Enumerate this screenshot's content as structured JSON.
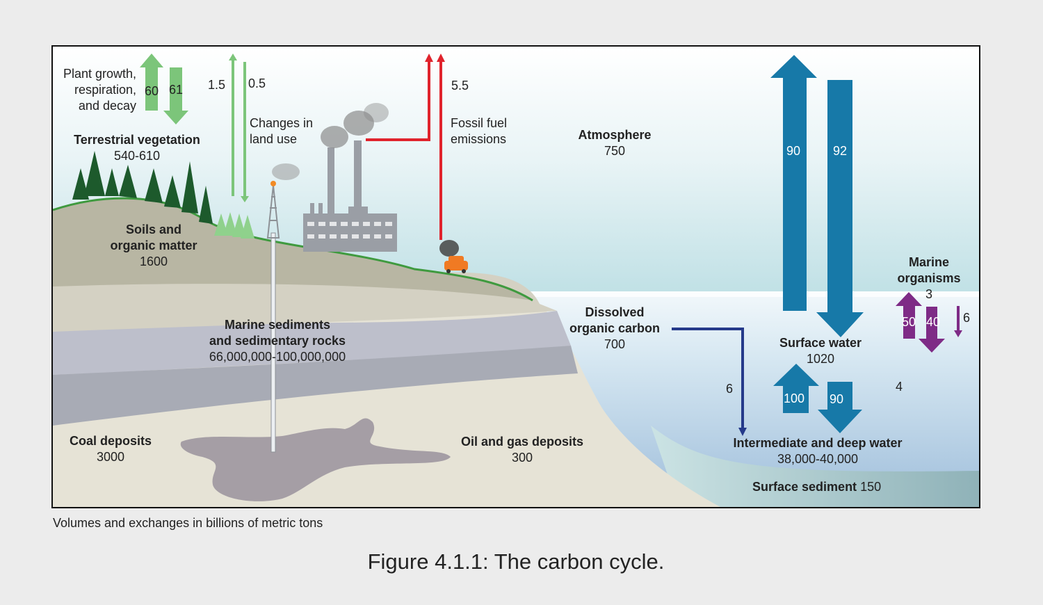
{
  "colors": {
    "green": "#7cc57a",
    "red": "#e0232c",
    "blue": "#1779a8",
    "navy": "#253a8a",
    "purple": "#7e2b86",
    "ground": "#b8b6a3"
  },
  "reservoirs": {
    "terrestrial": {
      "name": "Terrestrial vegetation",
      "value": "540-610"
    },
    "soils": {
      "name1": "Soils and",
      "name2": "organic matter",
      "value": "1600"
    },
    "marine_sed": {
      "name1": "Marine sediments",
      "name2": "and sedimentary rocks",
      "value": "66,000,000-100,000,000"
    },
    "coal": {
      "name": "Coal deposits",
      "value": "3000"
    },
    "oil": {
      "name": "Oil and gas deposits",
      "value": "300"
    },
    "atmosphere": {
      "name": "Atmosphere",
      "value": "750"
    },
    "doc": {
      "name1": "Dissolved",
      "name2": "organic carbon",
      "value": "700"
    },
    "surface_water": {
      "name": "Surface water",
      "value": "1020"
    },
    "deep_water": {
      "name": "Intermediate and deep water",
      "value": "38,000-40,000"
    },
    "surface_sediment": {
      "name": "Surface sediment",
      "value": "150"
    },
    "marine_org": {
      "name1": "Marine",
      "name2": "organisms",
      "value": "3"
    }
  },
  "processes": {
    "plant": {
      "l1": "Plant growth,",
      "l2": "respiration,",
      "l3": "and decay"
    },
    "land_use": {
      "l1": "Changes in",
      "l2": "land use"
    },
    "fossil": {
      "l1": "Fossil fuel",
      "l2": "emissions"
    }
  },
  "fluxes": {
    "plant_up": "60",
    "plant_down": "61",
    "land_up": "1.5",
    "land_down": "0.5",
    "fossil": "5.5",
    "ocean_up": "90",
    "ocean_down": "92",
    "doc_flux": "6",
    "mix_up": "100",
    "mix_down": "90",
    "org_up": "50",
    "org_down": "40",
    "org_sink": "6",
    "sink_deep": "4"
  },
  "caption": "Volumes and exchanges in billions of metric tons",
  "figure_title": "Figure 4.1.1: The carbon cycle."
}
